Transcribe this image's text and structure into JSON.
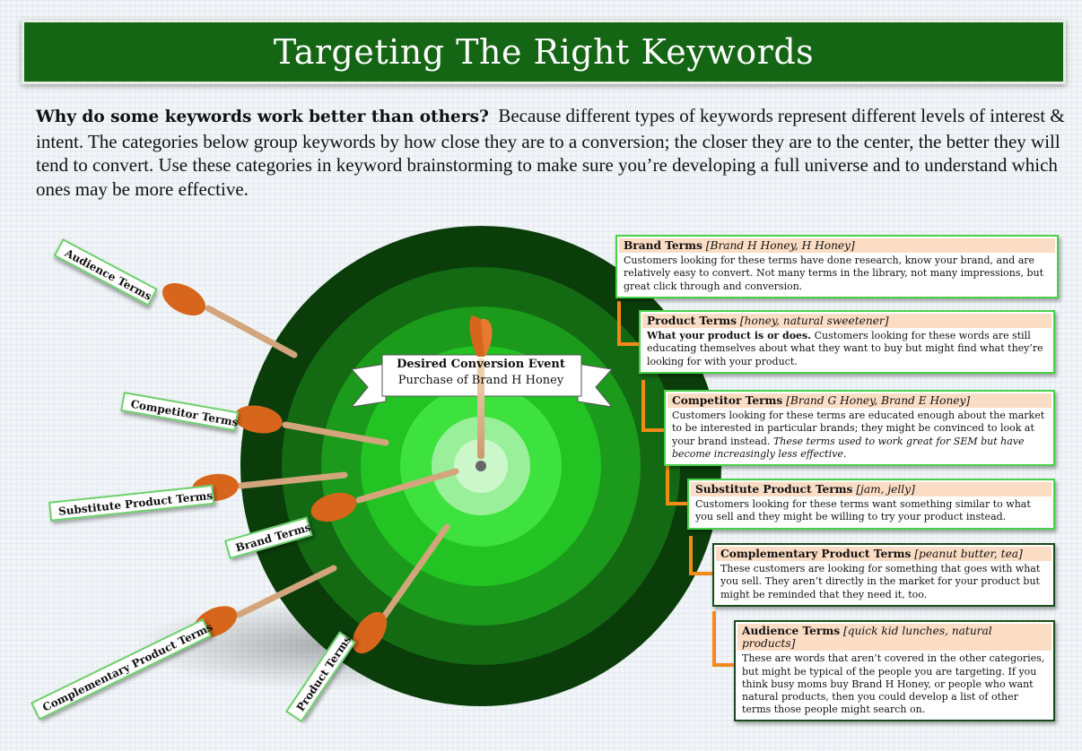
{
  "banner": {
    "title": "Targeting The Right Keywords"
  },
  "intro": {
    "lead": "Why do some keywords work better than others?",
    "body": "Because different types of keywords represent different levels of interest & intent.  The categories below group keywords by how close they are to a conversion; the closer they are to the center, the better they will tend to convert.  Use these categories in keyword brainstorming to make sure you’re developing a full universe and to understand which ones may be more effective."
  },
  "target": {
    "ribbon_title": "Desired Conversion Event",
    "ribbon_subtitle": "Purchase of Brand H Honey",
    "ring_colors": [
      "#0b3d0b",
      "#136a13",
      "#1b9a1b",
      "#22c322",
      "#3ee23e",
      "#9af09a",
      "#cbf7cb"
    ]
  },
  "darts": {
    "audience": "Audience Terms",
    "competitor": "Competitor Terms",
    "substitute": "Substitute Product Terms",
    "brand": "Brand Terms",
    "complementary": "Complementary Product Terms",
    "product": "Product Terms"
  },
  "categories": [
    {
      "name": "Brand Terms",
      "examples": "[Brand H Honey, H Honey]",
      "text": "Customers looking for these terms have done research, know your brand, and are relatively easy to convert.  Not many terms in the library, not many impressions, but great click through and conversion."
    },
    {
      "name": "Product Terms",
      "examples": "[honey, natural sweetener]",
      "lead": "What your product is or does.",
      "text": "  Customers looking for these words are still educating themselves about what they want to buy but might find what they’re looking for with your product."
    },
    {
      "name": "Competitor Terms",
      "examples": "[Brand G Honey, Brand E Honey]",
      "text": "Customers looking for these terms are educated enough about the market to be interested in particular brands; they might be convinced to look at your brand instead. ",
      "note": "These terms used to work great for SEM but have become increasingly less effective."
    },
    {
      "name": "Substitute Product Terms",
      "examples": "[jam, jelly]",
      "text": "Customers looking for these terms want something similar to what you sell and they might be willing to try your product instead."
    },
    {
      "name": "Complementary Product Terms",
      "examples": "[peanut butter, tea]",
      "text": "These customers are looking for something that goes with what you sell.  They aren’t directly in the market for your product but might be reminded that they need it, too."
    },
    {
      "name": "Audience Terms",
      "examples": "[quick kid lunches, natural products]",
      "text": "These are words that aren’t covered in the other categories, but might be typical of the people you are targeting.  If you think busy moms buy Brand H Honey, or people who want natural products, then you could develop a list of other terms those people might search on."
    }
  ],
  "colors": {
    "banner": "#156614",
    "box_border": "#48d048",
    "connector": "#f28a1a",
    "box_header": "#fbdcc4",
    "dart": "#d8651c"
  }
}
